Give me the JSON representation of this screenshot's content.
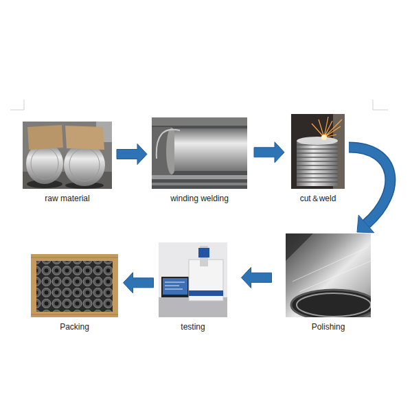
{
  "diagram": {
    "nodes": [
      {
        "text": [
          "raw material"
        ]
      },
      {
        "text": [
          "winding welding"
        ]
      },
      {
        "text": [
          "cut＆weld"
        ]
      },
      {
        "text": [
          "Polishing"
        ]
      },
      {
        "text": [
          "testing"
        ]
      },
      {
        "text": [
          "Packing"
        ]
      }
    ],
    "edges": [
      {
        "from": 0,
        "to": 1,
        "arrow": "to"
      },
      {
        "from": 1,
        "to": 2,
        "arrow": "to"
      },
      {
        "from": 2,
        "to": 3,
        "arrow": "to"
      },
      {
        "from": 3,
        "to": 4,
        "arrow": "to"
      },
      {
        "from": 4,
        "to": 5,
        "arrow": "to"
      }
    ]
  }
}
